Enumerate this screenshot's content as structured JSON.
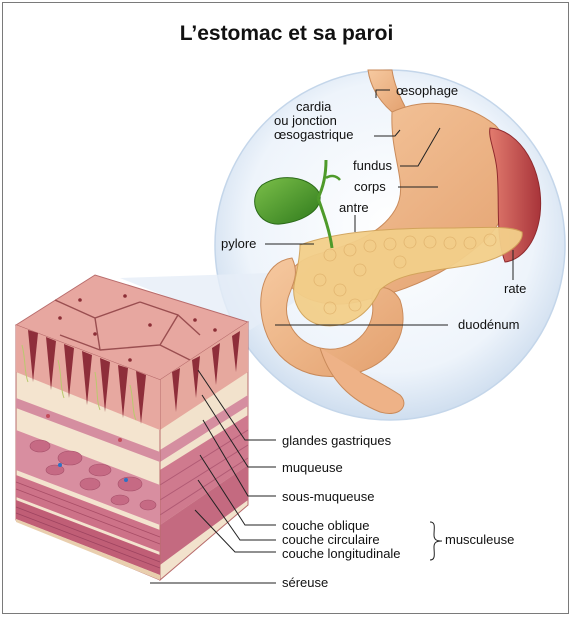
{
  "title": "L’estomac et sa paroi",
  "labels": {
    "oesophage": "œsophage",
    "cardia_1": "cardia",
    "cardia_2": "ou jonction",
    "cardia_3": "œsogastrique",
    "fundus": "fundus",
    "corps": "corps",
    "antre": "antre",
    "pylore": "pylore",
    "rate": "rate",
    "duodenum": "duodénum",
    "glandes": "glandes  gastriques",
    "muqueuse": "muqueuse",
    "sous_muqueuse": "sous-muqueuse",
    "couche_oblique": "couche oblique",
    "couche_circulaire": "couche circulaire",
    "couche_longitudinale": "couche longitudinale",
    "musculeuse": "musculeuse",
    "sereuse": "séreuse"
  },
  "colors": {
    "stomach": "#f0b98a",
    "pancreas": "#f3cf8a",
    "gallbladder": "#4e9a2a",
    "spleen": "#c9524e",
    "mucosa": "#d98a8a",
    "muscle": "#c65a72",
    "bubble": "#dfeaf6"
  }
}
